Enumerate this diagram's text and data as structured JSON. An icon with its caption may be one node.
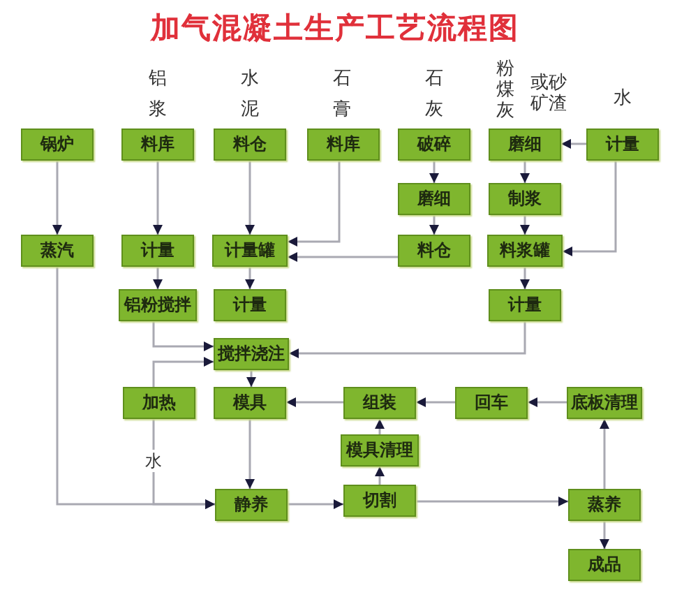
{
  "diagram": {
    "title": "加气混凝土生产工艺流程图",
    "nodes": [
      {
        "text": [
          "锅炉"
        ]
      },
      {
        "text": [
          "料库"
        ]
      },
      {
        "text": [
          "料仓"
        ]
      },
      {
        "text": [
          "料库"
        ]
      },
      {
        "text": [
          "破碎"
        ]
      },
      {
        "text": [
          "磨细"
        ]
      },
      {
        "text": [
          "计量"
        ]
      },
      {
        "text": [
          "磨细"
        ]
      },
      {
        "text": [
          "制浆"
        ]
      },
      {
        "text": [
          "蒸汽"
        ]
      },
      {
        "text": [
          "计量"
        ]
      },
      {
        "text": [
          "计量罐"
        ]
      },
      {
        "text": [
          "料仓"
        ]
      },
      {
        "text": [
          "料浆罐"
        ]
      },
      {
        "text": [
          "铝粉搅拌"
        ]
      },
      {
        "text": [
          "计量"
        ]
      },
      {
        "text": [
          "计量"
        ]
      },
      {
        "text": [
          "搅拌浇注"
        ]
      },
      {
        "text": [
          "加热"
        ]
      },
      {
        "text": [
          "模具"
        ]
      },
      {
        "text": [
          "组装"
        ]
      },
      {
        "text": [
          "回车"
        ]
      },
      {
        "text": [
          "底板清理"
        ]
      },
      {
        "text": [
          "模具清理"
        ]
      },
      {
        "text": [
          "静养"
        ]
      },
      {
        "text": [
          "切割"
        ]
      },
      {
        "text": [
          "蒸养"
        ]
      },
      {
        "text": [
          "成品"
        ]
      }
    ],
    "edges": [
      {
        "from": 0,
        "to": 9,
        "arrow": "to"
      },
      {
        "from": 1,
        "to": 10,
        "arrow": "to"
      },
      {
        "from": 2,
        "to": 11,
        "arrow": "to"
      },
      {
        "from": 3,
        "to": 11,
        "arrow": "to"
      },
      {
        "from": 12,
        "to": 11,
        "arrow": "to"
      },
      {
        "from": 4,
        "to": 7,
        "arrow": "to"
      },
      {
        "from": 7,
        "to": 12,
        "arrow": "to"
      },
      {
        "from": 6,
        "to": 5,
        "arrow": "to"
      },
      {
        "from": 5,
        "to": 8,
        "arrow": "to"
      },
      {
        "from": 8,
        "to": 13,
        "arrow": "to"
      },
      {
        "from": 6,
        "to": 13,
        "arrow": "to"
      },
      {
        "from": 13,
        "to": 16,
        "arrow": "to"
      },
      {
        "from": 10,
        "to": 14,
        "arrow": "to"
      },
      {
        "from": 11,
        "to": 15,
        "arrow": "to"
      },
      {
        "from": 16,
        "to": 17,
        "arrow": "to"
      },
      {
        "from": 14,
        "to": 17,
        "arrow": "to"
      },
      {
        "from": 18,
        "to": 17,
        "arrow": "to"
      },
      {
        "from": 18,
        "to": 24,
        "arrow": "to",
        "label": "水"
      },
      {
        "from": 9,
        "to": 24,
        "arrow": "to"
      },
      {
        "from": 17,
        "to": 19,
        "arrow": "to"
      },
      {
        "from": 19,
        "to": 24,
        "arrow": "to"
      },
      {
        "from": 24,
        "to": 25,
        "arrow": "to"
      },
      {
        "from": 25,
        "to": 26,
        "arrow": "to"
      },
      {
        "from": 26,
        "to": 27,
        "arrow": "to"
      },
      {
        "from": 26,
        "to": 22,
        "arrow": "to"
      },
      {
        "from": 22,
        "to": 21,
        "arrow": "to"
      },
      {
        "from": 21,
        "to": 20,
        "arrow": "to"
      },
      {
        "from": 25,
        "to": 23,
        "arrow": "to"
      },
      {
        "from": 23,
        "to": 20,
        "arrow": "to"
      },
      {
        "from": 20,
        "to": 19,
        "arrow": "to"
      }
    ],
    "labels": [
      "铝浆",
      "水泥",
      "石膏",
      "石灰",
      "粉煤灰",
      "或砂矿渣",
      "水"
    ]
  }
}
